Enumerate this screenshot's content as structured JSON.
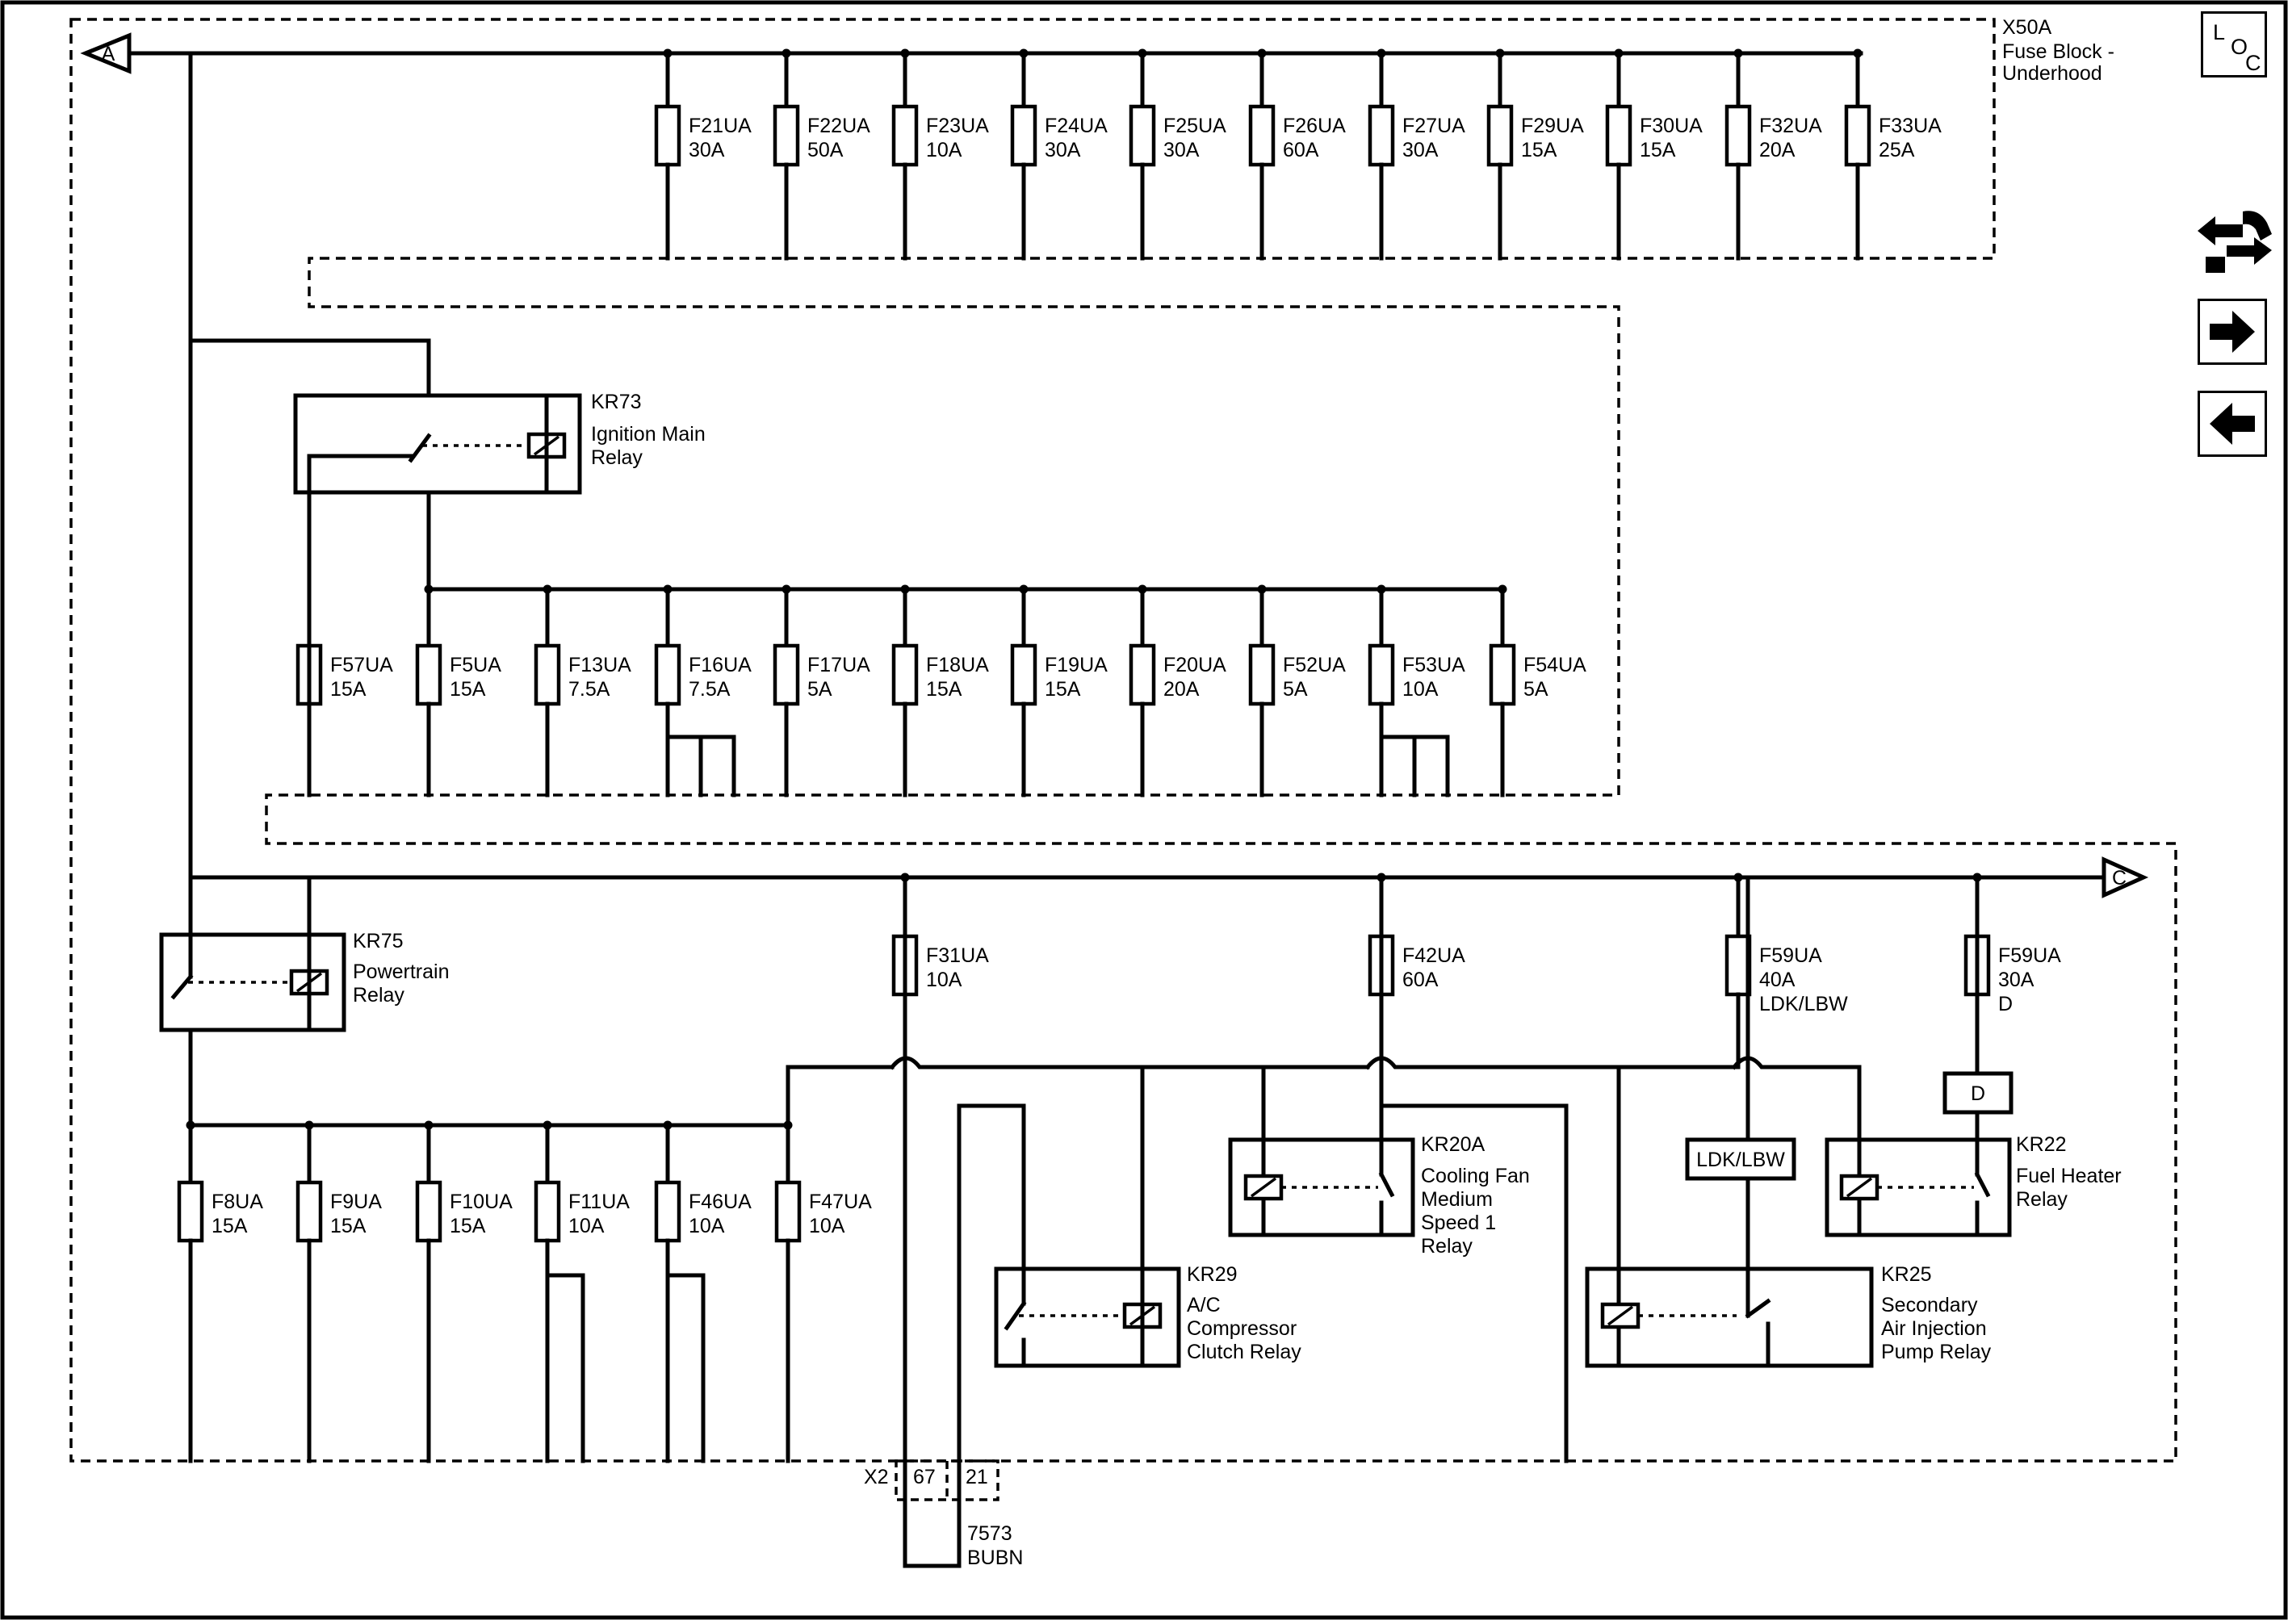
{
  "block": {
    "id": "X50A",
    "title_line1": "Fuse Block -",
    "title_line2": "Underhood"
  },
  "nav": {
    "loc_letters": [
      "L",
      "O",
      "C"
    ],
    "icons": [
      "component-locator-icon",
      "connector-arrows-icon",
      "next-arrow-icon",
      "previous-arrow-icon"
    ]
  },
  "connectors": {
    "left_off_page": "A",
    "right_off_page": "C"
  },
  "top_fuses": [
    {
      "name": "F21UA",
      "rating": "30A"
    },
    {
      "name": "F22UA",
      "rating": "50A"
    },
    {
      "name": "F23UA",
      "rating": "10A"
    },
    {
      "name": "F24UA",
      "rating": "30A"
    },
    {
      "name": "F25UA",
      "rating": "30A"
    },
    {
      "name": "F26UA",
      "rating": "60A"
    },
    {
      "name": "F27UA",
      "rating": "30A"
    },
    {
      "name": "F29UA",
      "rating": "15A"
    },
    {
      "name": "F30UA",
      "rating": "15A"
    },
    {
      "name": "F32UA",
      "rating": "20A"
    },
    {
      "name": "F33UA",
      "rating": "25A"
    }
  ],
  "middle_fuses": [
    {
      "name": "F57UA",
      "rating": "15A"
    },
    {
      "name": "F5UA",
      "rating": "15A"
    },
    {
      "name": "F13UA",
      "rating": "7.5A"
    },
    {
      "name": "F16UA",
      "rating": "7.5A"
    },
    {
      "name": "F17UA",
      "rating": "5A"
    },
    {
      "name": "F18UA",
      "rating": "15A"
    },
    {
      "name": "F19UA",
      "rating": "15A"
    },
    {
      "name": "F20UA",
      "rating": "20A"
    },
    {
      "name": "F52UA",
      "rating": "5A"
    },
    {
      "name": "F53UA",
      "rating": "10A"
    },
    {
      "name": "F54UA",
      "rating": "5A"
    }
  ],
  "bottom_fuses": [
    {
      "name": "F8UA",
      "rating": "15A"
    },
    {
      "name": "F9UA",
      "rating": "15A"
    },
    {
      "name": "F10UA",
      "rating": "15A"
    },
    {
      "name": "F11UA",
      "rating": "10A"
    },
    {
      "name": "F46UA",
      "rating": "10A"
    },
    {
      "name": "F47UA",
      "rating": "10A"
    }
  ],
  "bus_c_fuses": [
    {
      "name": "F31UA",
      "rating": "10A",
      "note": ""
    },
    {
      "name": "F42UA",
      "rating": "60A",
      "note": ""
    },
    {
      "name": "F59UA",
      "rating": "40A",
      "note": "LDK/LBW"
    },
    {
      "name": "F59UA",
      "rating": "30A",
      "note": "D"
    }
  ],
  "relays": {
    "kr73": {
      "id": "KR73",
      "line1": "Ignition Main",
      "line2": "Relay",
      "line3": ""
    },
    "kr75": {
      "id": "KR75",
      "line1": "Powertrain",
      "line2": "Relay",
      "line3": ""
    },
    "kr29": {
      "id": "KR29",
      "line1": "A/C",
      "line2": "Compressor",
      "line3": "Clutch Relay"
    },
    "kr20a": {
      "id": "KR20A",
      "line1": "Cooling Fan",
      "line2": "Medium",
      "line3": "Speed 1",
      "line4": "Relay"
    },
    "kr22": {
      "id": "KR22",
      "line1": "Fuel Heater",
      "line2": "Relay",
      "line3": ""
    },
    "kr25": {
      "id": "KR25",
      "line1": "Secondary",
      "line2": "Air Injection",
      "line3": "Pump Relay"
    }
  },
  "options": {
    "d_box": "D",
    "ldk_box": "LDK/LBW"
  },
  "harness": {
    "connector": "X2",
    "pin_a": "67",
    "pin_b": "21",
    "circuit": "7573",
    "color": "BUBN"
  }
}
